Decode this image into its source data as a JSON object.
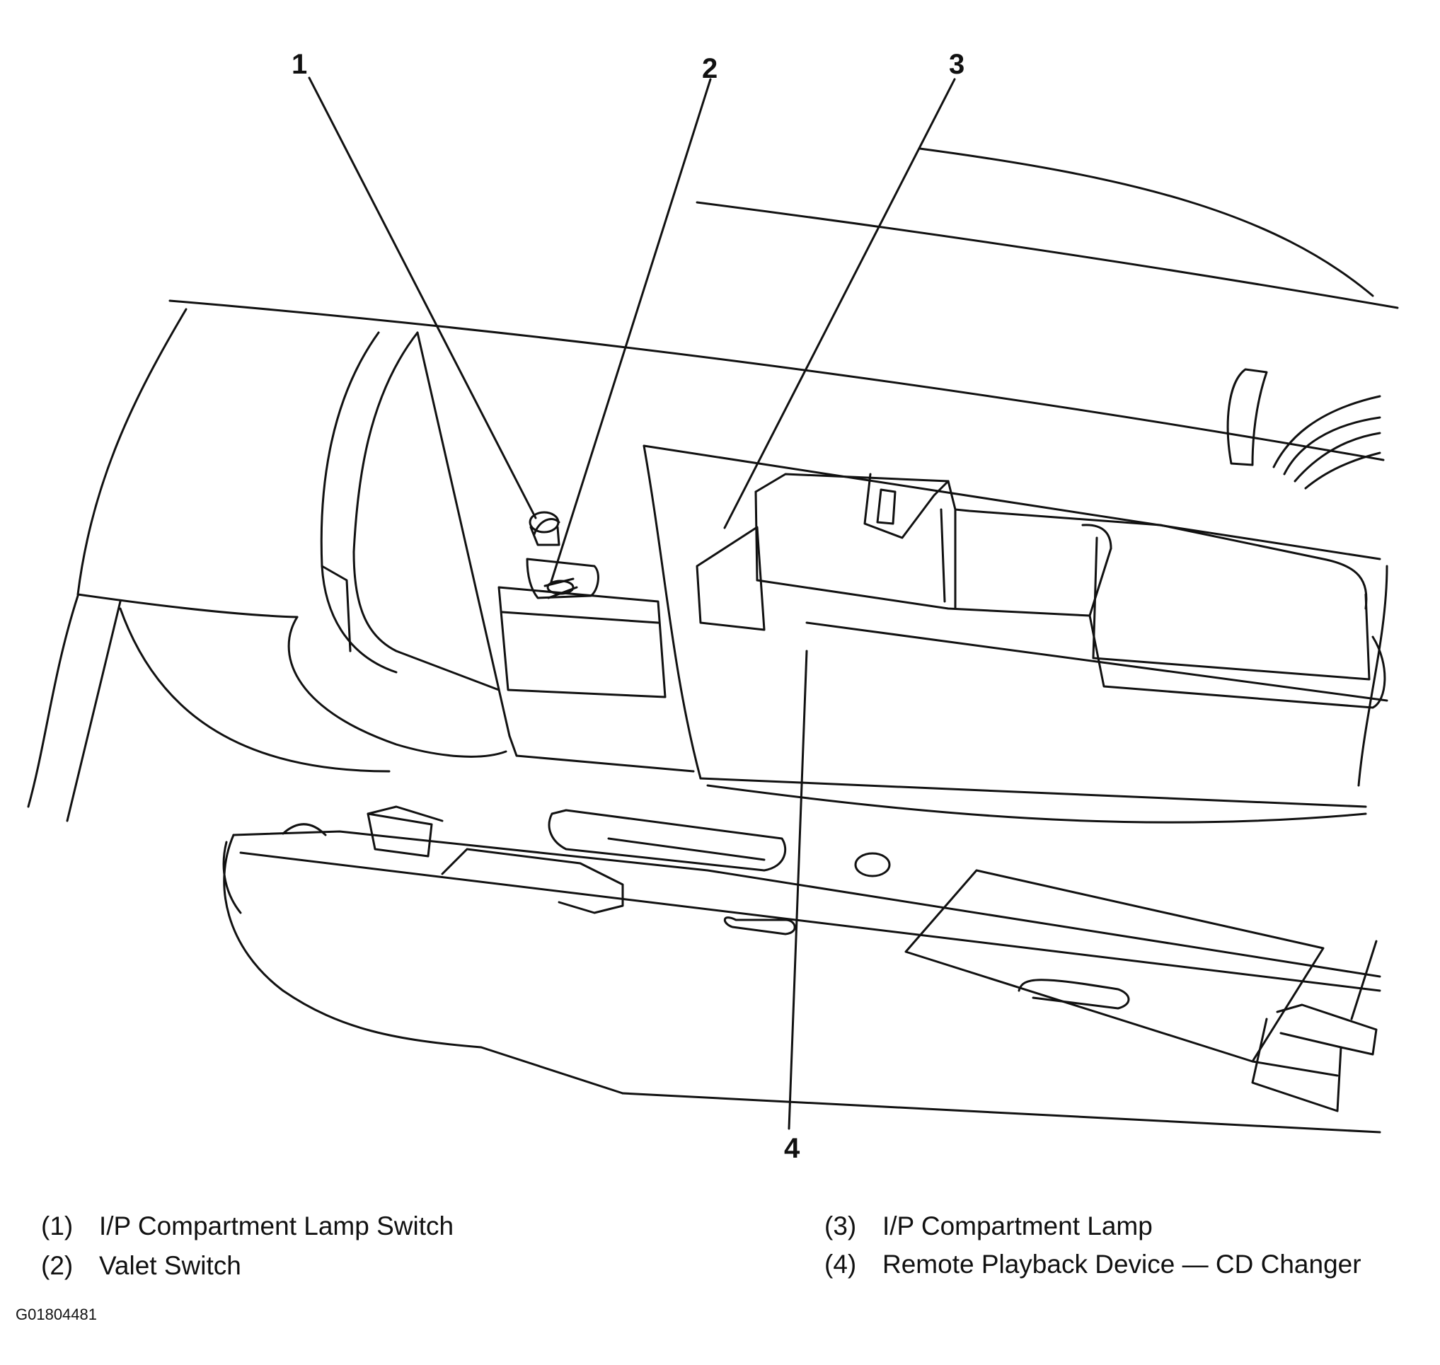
{
  "callouts": [
    "1",
    "2",
    "3",
    "4"
  ],
  "legend": [
    {
      "num": "(1)",
      "label": "I/P Compartment Lamp Switch"
    },
    {
      "num": "(2)",
      "label": "Valet Switch"
    },
    {
      "num": "(3)",
      "label": "I/P Compartment Lamp"
    },
    {
      "num": "(4)",
      "label": "Remote Playback Device — CD Changer"
    }
  ],
  "figure_id": "G01804481",
  "colors": {
    "ink": "#111111",
    "background": "#ffffff"
  }
}
